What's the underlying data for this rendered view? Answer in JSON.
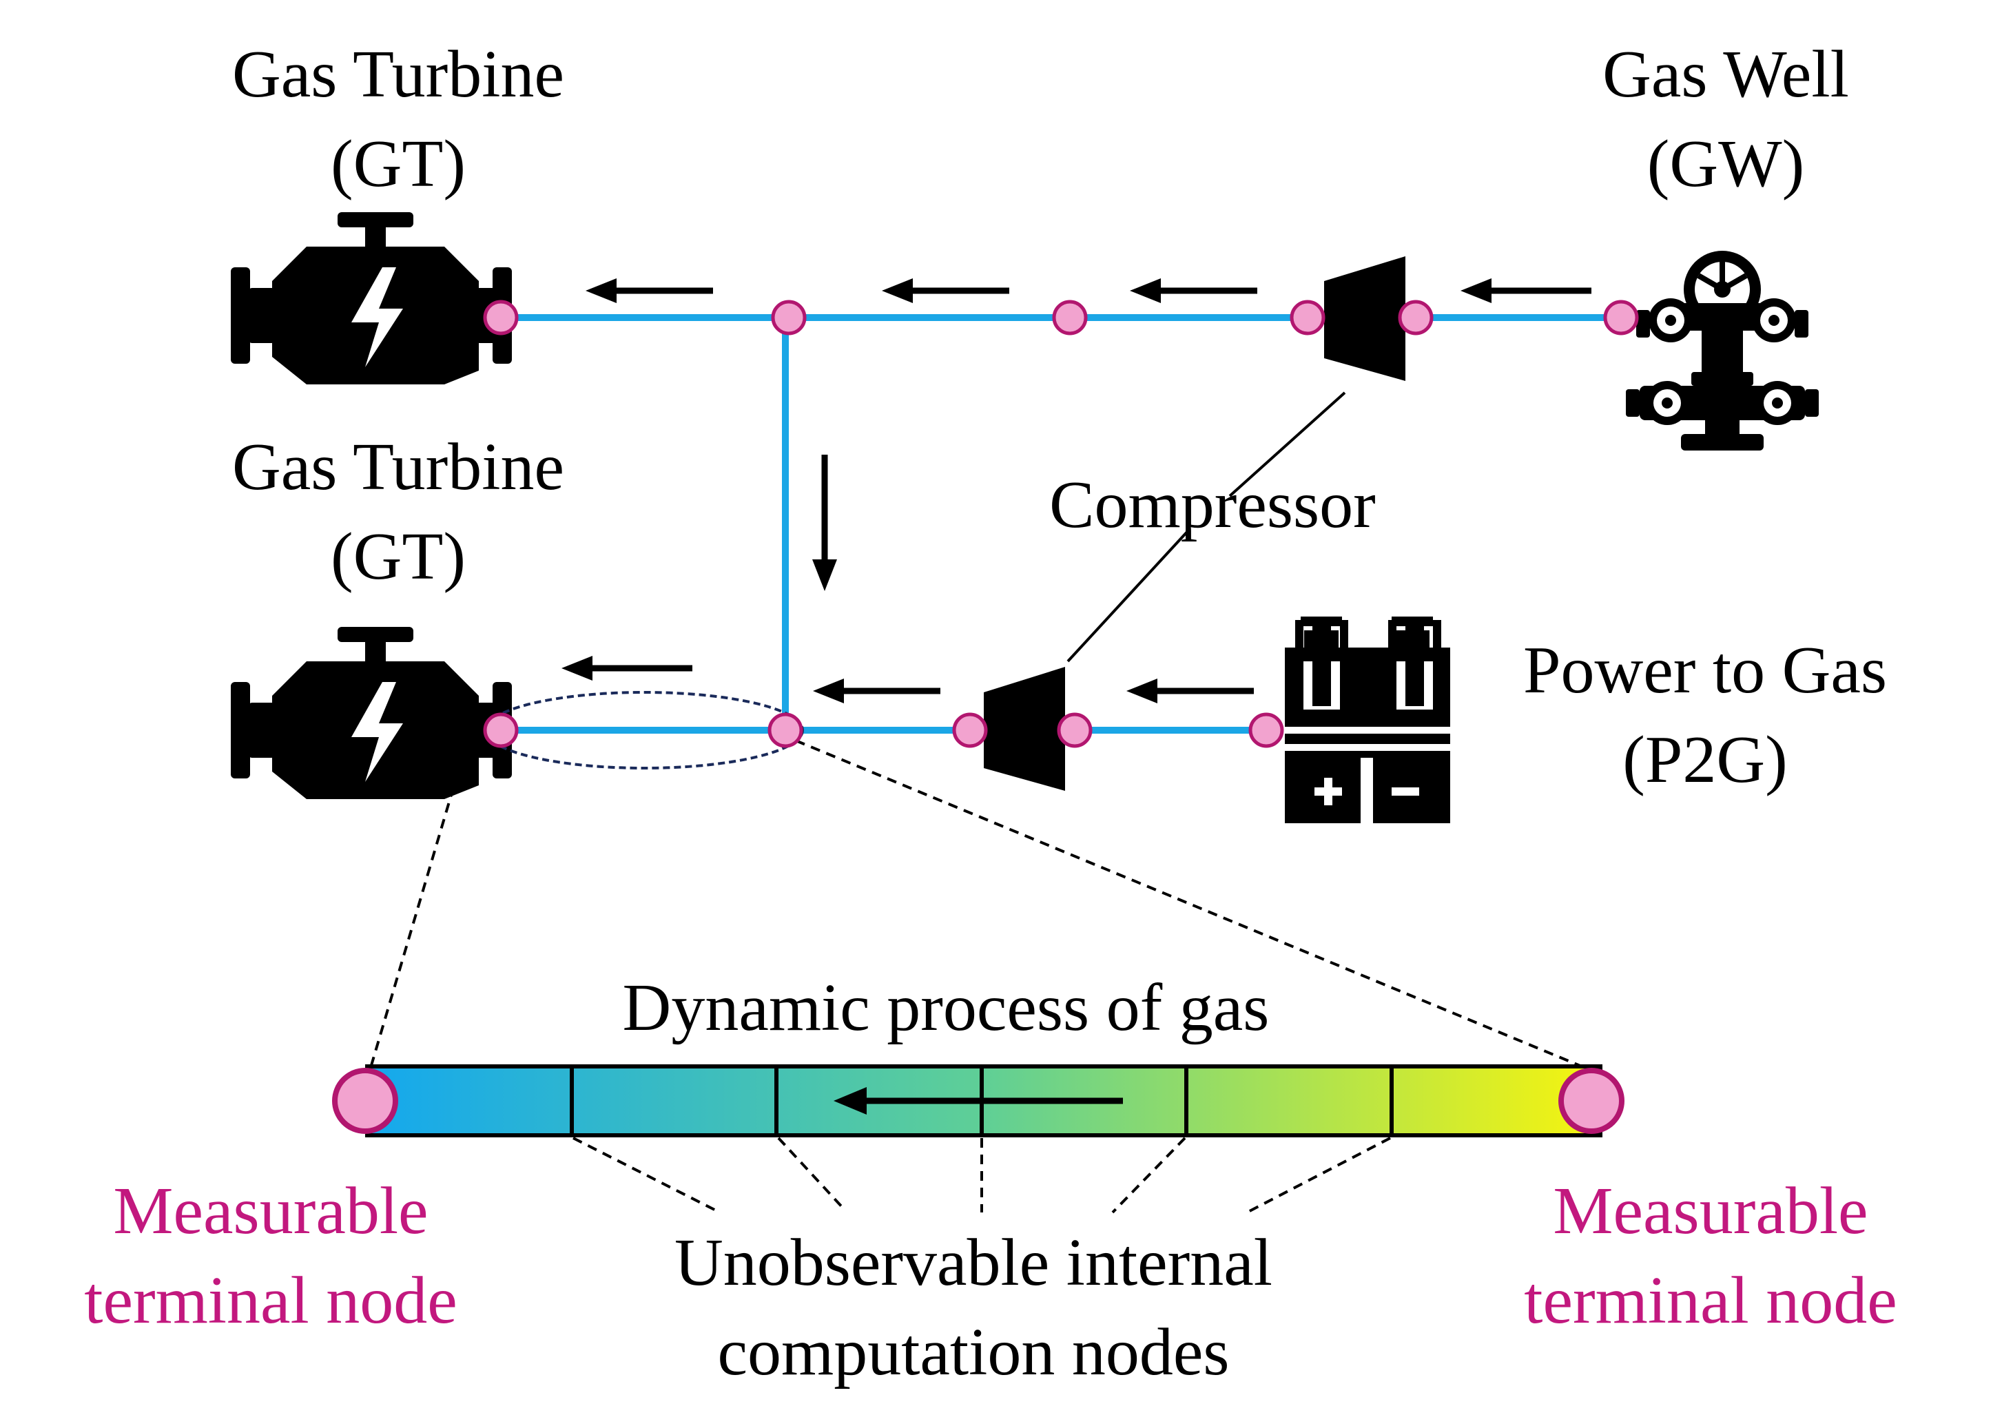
{
  "labels": {
    "gt_top_line1": "Gas Turbine",
    "gt_top_line2": "(GT)",
    "gt_bottom_line1": "Gas Turbine",
    "gt_bottom_line2": "(GT)",
    "gw_line1": "Gas Well",
    "gw_line2": "(GW)",
    "compressor": "Compressor",
    "p2g_line1": "Power to Gas",
    "p2g_line2": "(P2G)",
    "dynamic_process": "Dynamic process of gas",
    "measurable_left_line1": "Measurable",
    "measurable_left_line2": "terminal node",
    "measurable_right_line1": "Measurable",
    "measurable_right_line2": "terminal node",
    "unobservable_line1": "Unobservable internal",
    "unobservable_line2": "computation nodes"
  },
  "icons": {
    "gas_turbine": "engine-icon",
    "gas_well": "wellhead-icon",
    "compressor": "compressor-icon",
    "power_to_gas": "electrolyzer-battery-icon"
  },
  "colors": {
    "pipeline": "#1ba6e6",
    "node_fill": "#f2a3cf",
    "node_stroke": "#b2166f",
    "terminal_label": "#c2187e",
    "gradient_start": "#14a8ee",
    "gradient_mid": "#5fcf96",
    "gradient_end": "#f6f40e"
  }
}
